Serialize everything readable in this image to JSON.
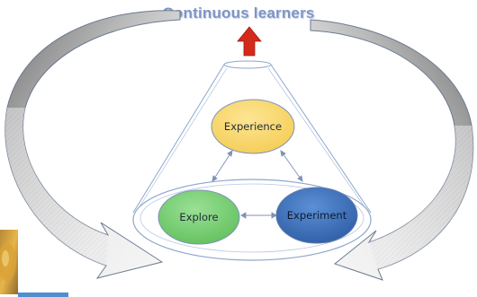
{
  "title": "Continuous learners",
  "nodes": {
    "experience": "Experience",
    "explore": "Explore",
    "experiment": "Experiment"
  },
  "colors": {
    "title": "#7f95c4",
    "up_arrow": "#d42a1c",
    "experience_fill": "#f9d772",
    "explore_fill": "#7fd17a",
    "experiment_fill": "#3f74bf",
    "cycle_arrow_dark": "#7e7e7e",
    "cycle_arrow_light": "#f2f2f2",
    "cone_line": "#8ea6cc"
  }
}
